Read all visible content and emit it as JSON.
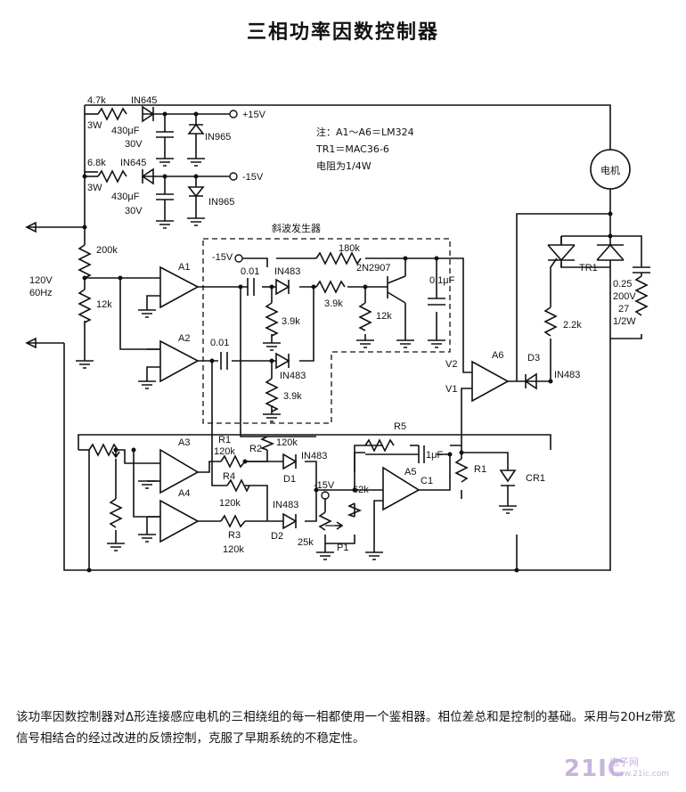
{
  "title": "三相功率因数控制器",
  "notes": {
    "line1": "注：A1～A6＝LM324",
    "line2": "TR1＝MAC36-6",
    "line3": "电阻为1/4W"
  },
  "block_label": "斜波发生器",
  "motor": "电机",
  "labels": {
    "r47k": "4.7k",
    "in645_top": "IN645",
    "w3_top": "3W",
    "plus15": "+15V",
    "cap430_top": "430μF",
    "v30_top": "30V",
    "in965_top": "IN965",
    "r68k": "6.8k",
    "in645_bot": "IN645",
    "w3_bot": "3W",
    "minus15": "-15V",
    "cap430_bot": "430μF",
    "v30_bot": "30V",
    "in965_bot": "IN965",
    "r200k": "200k",
    "r12k_in": "12k",
    "v120": "120V",
    "hz60": "60Hz",
    "a1": "A1",
    "a2": "A2",
    "a3": "A3",
    "a4": "A4",
    "a5": "A5",
    "a6": "A6",
    "minus15_ramp": "-15V",
    "c001_a": "0.01",
    "in483_a": "IN483",
    "r180k": "180k",
    "q2n2907": "2N2907",
    "c01uf": "0.1μF",
    "r39k_a": "3.9k",
    "r39k_b": "3.9k",
    "r12k_q": "12k",
    "c001_b": "0.01",
    "in483_b": "IN483",
    "r39k_c": "3.9k",
    "v2": "V2",
    "v1": "V1",
    "d3": "D3",
    "in483_d3": "IN483",
    "r22k": "2.2k",
    "tr1": "TR1",
    "c025": "0.25",
    "v200": "200V",
    "r27": "27",
    "w12": "1/2W",
    "r5": "R5",
    "r1": "R1",
    "r1_val": "120k",
    "r2": "R2",
    "r2_val": "120k",
    "in483_d1": "IN483",
    "d1": "D1",
    "r4": "R4",
    "r4_val": "120k",
    "in483_d2": "IN483",
    "d2": "D2",
    "r3": "R3",
    "r3_val": "120k",
    "minus15_p": "-15V",
    "r62k": "62k",
    "c1val": "1μF",
    "c1": "C1",
    "r1_fb": "R1",
    "cr1": "CR1",
    "r25k": "25k",
    "p1": "P1"
  },
  "caption": "该功率因数控制器对Δ形连接感应电机的三相绕组的每一相都使用一个鉴相器。相位差总和是控制的基础。采用与20Hz带宽信号相结合的经过改进的反馈控制，克服了早期系统的不稳定性。",
  "watermark": {
    "brand": "21IC",
    "sub": "电子网",
    "url": "www.21ic.com"
  }
}
